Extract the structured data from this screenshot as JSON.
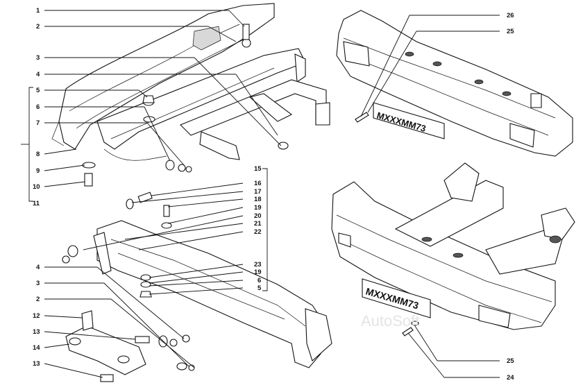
{
  "plates": {
    "top_right": "MXXXMM73",
    "bottom_right": "MXXXMM73"
  },
  "watermark": "AutoSoft",
  "colors": {
    "line": "#111111",
    "background": "#ffffff",
    "shade": "#d8d8d8"
  }
}
